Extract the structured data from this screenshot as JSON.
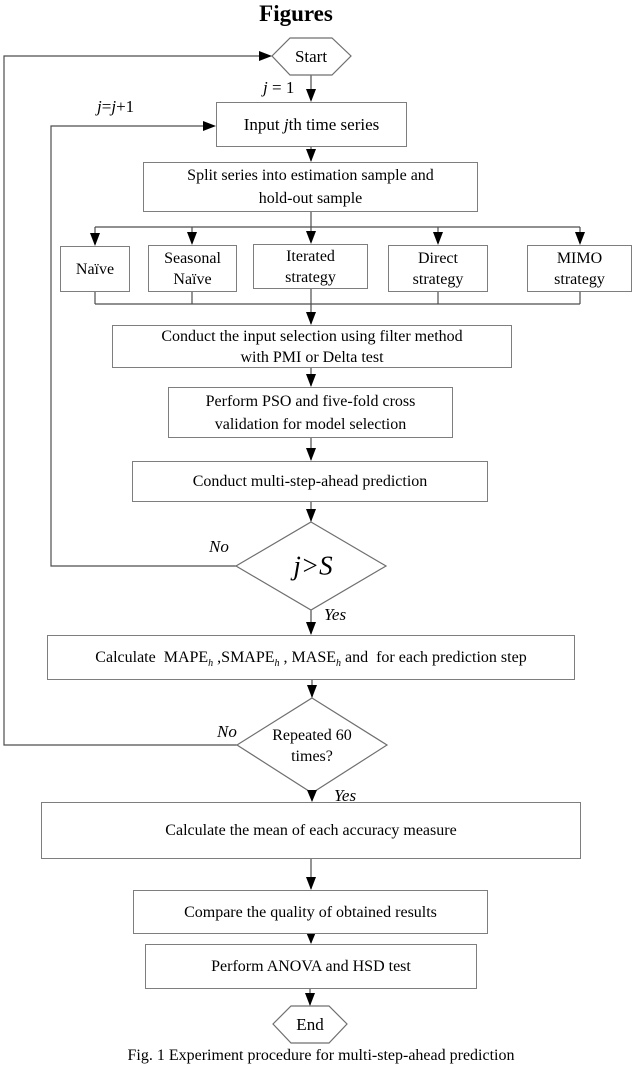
{
  "page": {
    "title": "Figures",
    "caption": "Fig. 1 Experiment procedure for multi-step-ahead prediction"
  },
  "colors": {
    "connector_line": "#4d4d4d",
    "shape_border": "#7e7e7e",
    "arrowhead": "#000000",
    "text": "#000000",
    "background": "#ffffff"
  },
  "flow": {
    "start_label": "Start",
    "end_label": "End",
    "j_init": {
      "j": "j",
      "rest": " = 1"
    },
    "j_inc": {
      "p0": "j",
      "p1": "=",
      "p2": "j",
      "p3": "+1"
    },
    "input_series": {
      "p0": "Input ",
      "p1": "j",
      "p2": "th time series"
    },
    "split": {
      "l1": "Split series into estimation sample and",
      "l2": "hold-out sample"
    },
    "strategies": {
      "naive": "Naïve",
      "seasonal": {
        "l1": "Seasonal",
        "l2": "Naïve"
      },
      "iterated": {
        "l1": "Iterated",
        "l2": "strategy"
      },
      "direct": {
        "l1": "Direct",
        "l2": "strategy"
      },
      "mimo": {
        "l1": "MIMO",
        "l2": "strategy"
      }
    },
    "input_selection": {
      "l1": "Conduct the input selection using filter method",
      "l2": "with PMI or Delta test"
    },
    "pso": {
      "l1": "Perform PSO and five-fold cross",
      "l2": "validation for model selection"
    },
    "prediction": "Conduct multi-step-ahead prediction",
    "js_condition": "j>S",
    "no1": "No",
    "yes1": "Yes",
    "mape": {
      "p0": "Calculate  MAPE",
      "s0": "h",
      "p1": " ,SMAPE",
      "s1": "h",
      "p2": " , MASE",
      "s2": "h",
      "p3": " and  for each prediction step"
    },
    "repeated": {
      "l1": "Repeated 60",
      "l2": "times?"
    },
    "no2": "No",
    "yes2": "Yes",
    "mean": "Calculate the mean of each accuracy measure",
    "compare": "Compare the quality of obtained results",
    "anova": "Perform ANOVA and HSD test"
  }
}
